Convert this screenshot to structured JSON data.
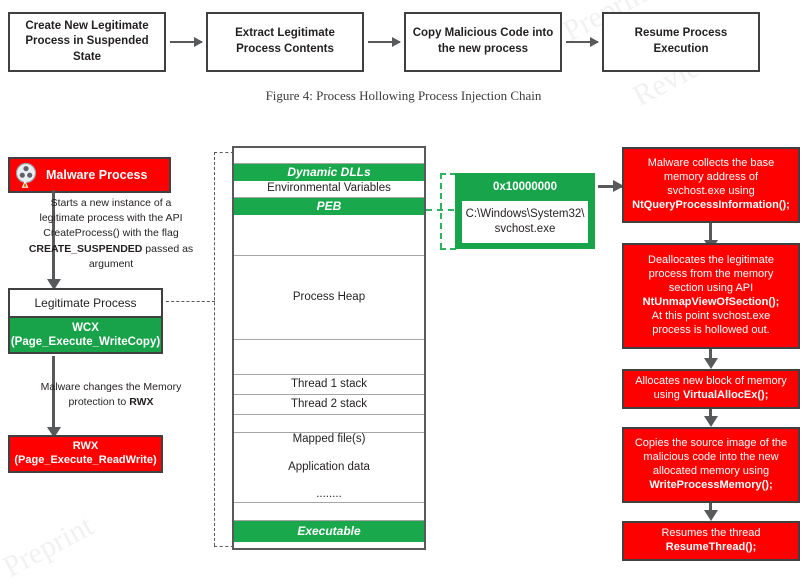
{
  "figure": {
    "caption": "Figure 4: Process Hollowing Process Injection Chain"
  },
  "chain": {
    "steps": [
      "Create New Legitimate Process in Suspended State",
      "Extract Legitimate Process Contents",
      "Copy Malicious Code into the new process",
      "Resume Process Execution"
    ]
  },
  "left_column": {
    "malware_process": {
      "label": "Malware Process",
      "icon": "biohazard-warning-icon",
      "color": "#fe0000"
    },
    "note_create_process": "Starts a new instance of a legitimate process with the API CreateProcess() with the flag CREATE_SUSPENDED passed as argument",
    "note_create_process_parts": {
      "line1": "Starts a new instance of a",
      "line2": "legitimate process with the API",
      "line3": "CreateProcess() with the flag",
      "line4_bold": "CREATE_SUSPENDED",
      "line4_rest": " passed as",
      "line5": "argument"
    },
    "legitimate_process": {
      "title": "Legitimate Process",
      "protection_abbrev": "WCX",
      "protection_full": "(Page_Execute_WriteCopy)",
      "color": "#18a24a"
    },
    "note_memory_protection": {
      "line1": "Malware changes the Memory",
      "line2_pre": "protection to ",
      "line2_bold": "RWX"
    },
    "rwx": {
      "abbrev": "RWX",
      "full": "(Page_Execute_ReadWrite)",
      "color": "#fe0000"
    }
  },
  "memory_map": {
    "rows": [
      {
        "label": "",
        "type": "blank",
        "h": 16
      },
      {
        "label": "Dynamic DLLs",
        "type": "green",
        "h": 17
      },
      {
        "label": "Environmental Variables",
        "type": "plain",
        "h": 17
      },
      {
        "label": "PEB",
        "type": "green",
        "h": 17
      },
      {
        "label": "",
        "type": "blank",
        "h": 41
      },
      {
        "label": "Process Heap",
        "type": "plain",
        "h": 84
      },
      {
        "label": "",
        "type": "blank",
        "h": 35
      },
      {
        "label": "Thread 1 stack",
        "type": "plain",
        "h": 20
      },
      {
        "label": "Thread 2 stack",
        "type": "plain",
        "h": 20
      },
      {
        "label": "",
        "type": "blank",
        "h": 18
      },
      {
        "label": "Mapped file(s)\nApplication data\n........",
        "type": "plain",
        "h": 70
      },
      {
        "label": "",
        "type": "blank",
        "h": 18
      },
      {
        "label": "Executable",
        "type": "green",
        "h": 21
      },
      {
        "label": "",
        "type": "blank-last",
        "h": 21
      }
    ],
    "green_color": "#19a84c"
  },
  "svchost": {
    "address": "0x10000000",
    "path_line1": "C:\\Windows\\System32\\",
    "path_line2": "svchost.exe",
    "color": "#17a44b"
  },
  "steps_right": [
    {
      "name": "collect-base-address",
      "line1": "Malware collects the base",
      "line2": "memory address of",
      "line3": "svchost.exe using",
      "line4_bold": "NtQueryProcessInformation();"
    },
    {
      "name": "deallocate-legit-process",
      "line1": "Deallocates the legitimate",
      "line2": "process from the memory",
      "line3": "section using API",
      "line4_bold": "NtUnmapViewOfSection();",
      "line5": "At this point svchost.exe",
      "line6": "process is hollowed out."
    },
    {
      "name": "allocate-memory",
      "line1": "Allocates new block of memory",
      "line2_pre": "using ",
      "line2_bold": "VirtualAllocEx();"
    },
    {
      "name": "write-process-memory",
      "line1": "Copies the source image of the",
      "line2": "malicious code into the new",
      "line3": "allocated memory using",
      "line4_bold": "WriteProcessMemory();"
    },
    {
      "name": "resume-thread",
      "line1": "Resumes the thread",
      "line2_bold": "ResumeThread();"
    }
  ]
}
